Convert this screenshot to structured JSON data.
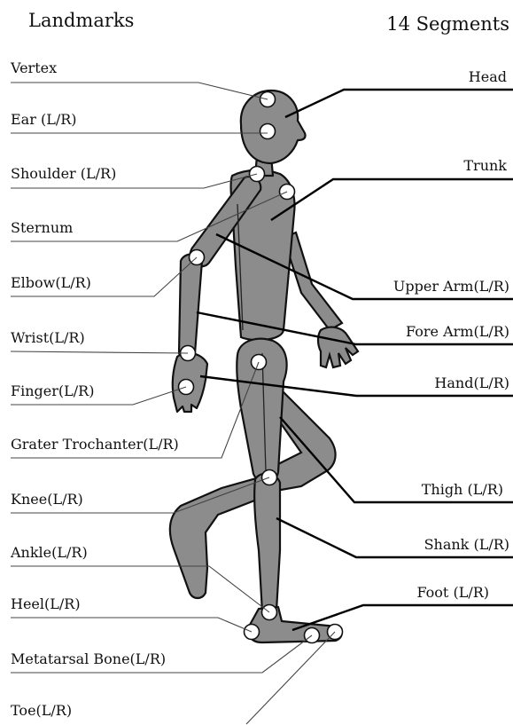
{
  "headings": {
    "landmarks": "Landmarks",
    "segments": "14 Segments"
  },
  "landmarks": [
    "Vertex",
    "Ear (L/R)",
    "Shoulder (L/R)",
    "Sternum",
    "Elbow(L/R)",
    "Wrist(L/R)",
    "Finger(L/R)",
    "Grater Trochanter(L/R)",
    "Knee(L/R)",
    "Ankle(L/R)",
    "Heel(L/R)",
    "Metatarsal Bone(L/R)",
    "Toe(L/R)"
  ],
  "segments": [
    "Head",
    "Trunk",
    "Upper Arm(L/R)",
    "Fore Arm(L/R)",
    "Hand(L/R)",
    "Thigh (L/R)",
    "Shank (L/R)",
    "Foot (L/R)"
  ],
  "colors": {
    "body_fill": "#8c8c8c",
    "outline": "#111111",
    "marker_fill": "#ffffff"
  }
}
